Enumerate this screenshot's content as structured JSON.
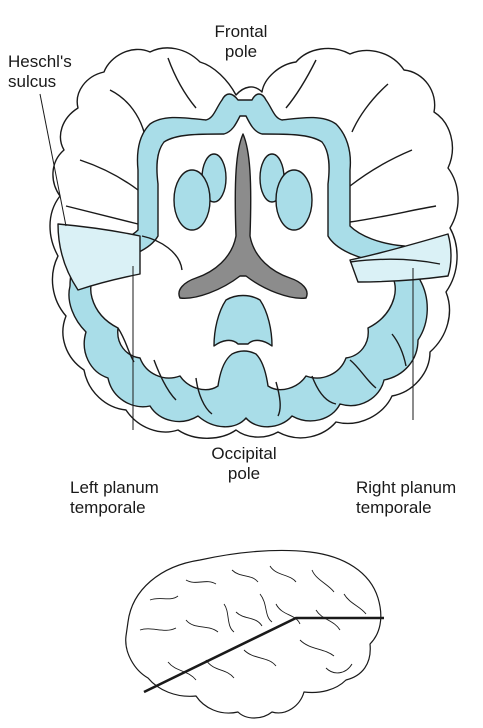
{
  "labels": {
    "frontal_pole": {
      "line1": "Frontal",
      "line2": "pole"
    },
    "heschls_sulcus": {
      "line1": "Heschl's",
      "line2": "sulcus"
    },
    "occipital_pole": {
      "line1": "Occipital",
      "line2": "pole"
    },
    "left_planum_temporale": {
      "line1": "Left planum",
      "line2": "temporale"
    },
    "right_planum_temporale": {
      "line1": "Right planum",
      "line2": "temporale"
    }
  },
  "colors": {
    "cortex": "#a9dde8",
    "planum": "#daf1f6",
    "ventricle": "#8c8c8c",
    "outline": "#1a1a1a"
  },
  "icons": [
    "brain-horizontal-section",
    "brain-lateral-view"
  ]
}
